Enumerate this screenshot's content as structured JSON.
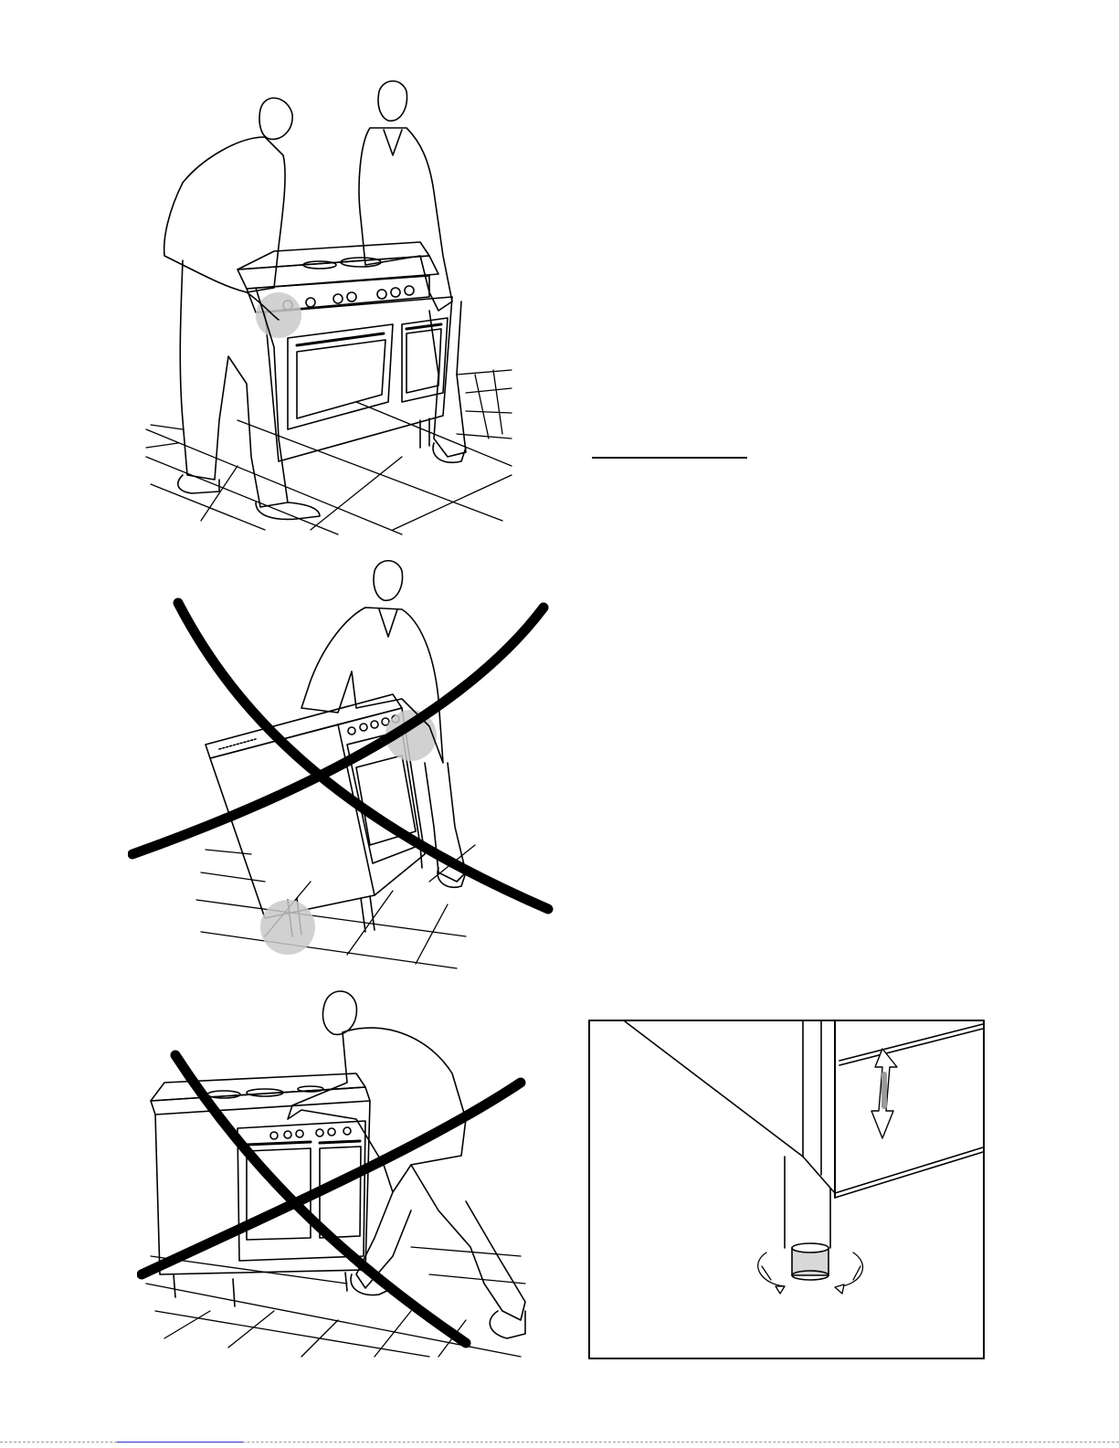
{
  "page": {
    "figures": [
      {
        "id": "fig-correct-two-person-lift",
        "marked_wrong": false
      },
      {
        "id": "fig-wrong-tilt-on-legs",
        "marked_wrong": true
      },
      {
        "id": "fig-wrong-push-by-control-panel",
        "marked_wrong": true
      },
      {
        "id": "fig-levelling-foot-detail",
        "marked_wrong": false
      }
    ],
    "colors": {
      "line": "#000000",
      "highlight": "#c9c9c9",
      "link": "#2a33c8"
    }
  }
}
